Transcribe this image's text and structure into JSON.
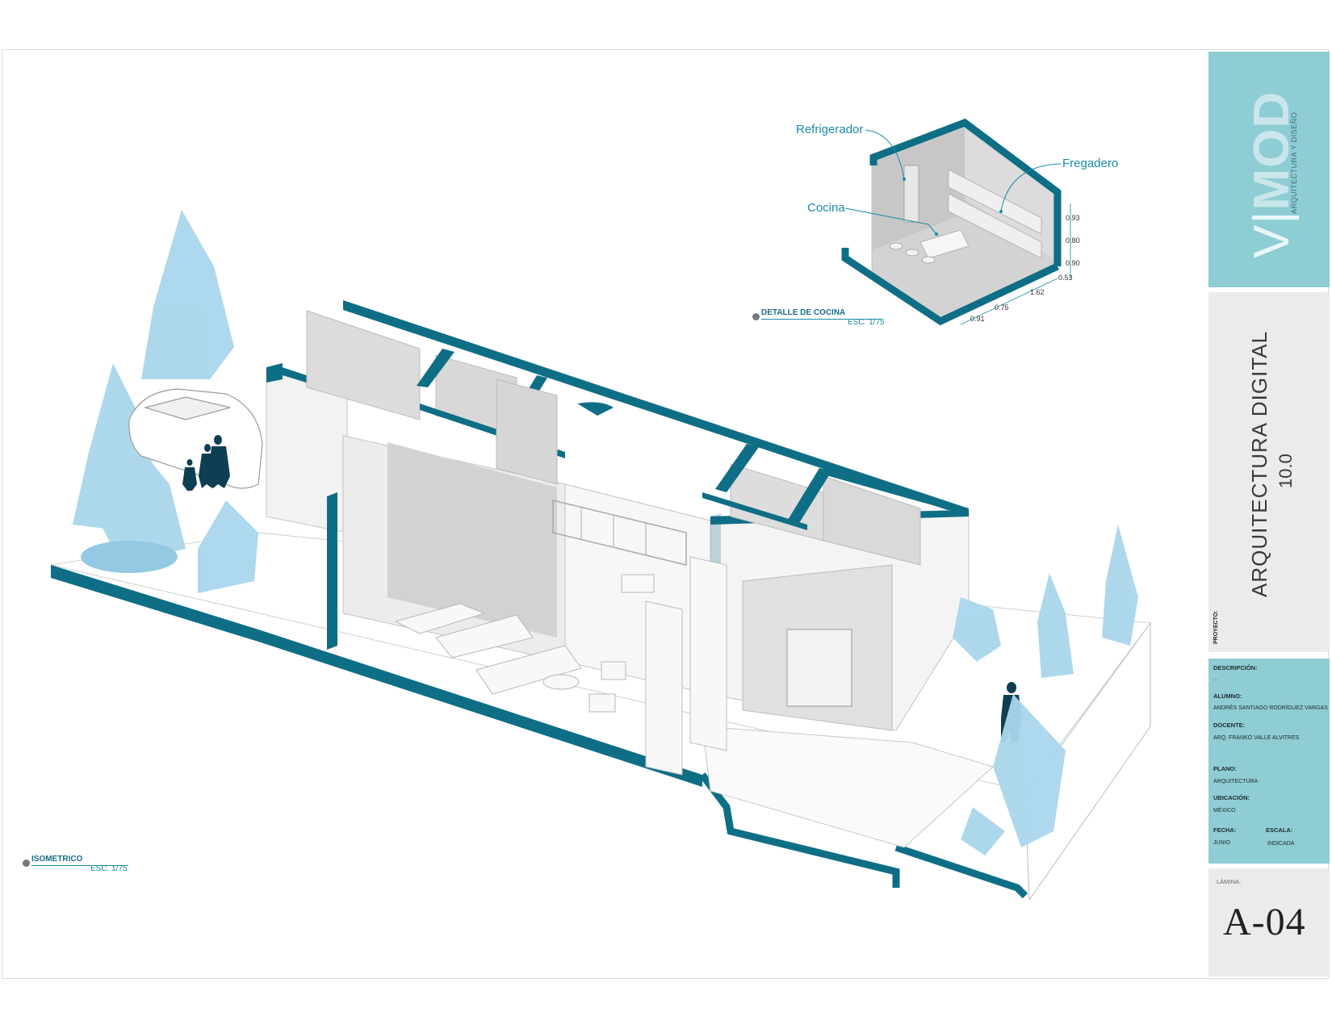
{
  "kitchen_detail": {
    "callouts": {
      "refrigerator": "Refrigerador",
      "sink": "Fregadero",
      "stove": "Cocina"
    },
    "dimensions_vertical": [
      "0.93",
      "0.80",
      "0.90",
      "0.53"
    ],
    "dimensions_horizontal": [
      "1.62",
      "0.75",
      "0.91"
    ],
    "view_title": "DETALLE DE COCINA",
    "view_scale": "ESC. 1/75"
  },
  "isometric_view": {
    "view_title": "ISOMETRICO",
    "view_scale": "ESC. 1/75"
  },
  "title_block": {
    "logo": {
      "prefix": "V|",
      "word": "MOD",
      "tagline": "ARQUITECTURA Y DISEÑO"
    },
    "project": {
      "label": "PROYECTO:",
      "title": "ARQUITECTURA DIGITAL",
      "number": "10.0"
    },
    "fields": {
      "description_label": "DESCRIPCIÓN:",
      "description_value": "...",
      "student_label": "ALUMNO:",
      "student_value": "ANDRÉS SANTIAGO RODRÍGUEZ VARGAS",
      "teacher_label": "DOCENTE:",
      "teacher_value": "ARQ. FRANKO VALLE ALVITRES",
      "plan_label": "PLANO:",
      "plan_value": "ARQUITECTURA",
      "location_label": "UBICACIÓN:",
      "location_value": "MÉXICO",
      "date_label": "FECHA:",
      "date_value": "JUNIO",
      "scale_label": "ESCALA:",
      "scale_value": "INDICADA"
    },
    "sheet": {
      "label": "LÁMINA:",
      "number": "A-04"
    }
  },
  "colors": {
    "accent": "#0e6e86",
    "accent_light": "#8ecdd4",
    "foliage": "#a9d6ec",
    "shadow": "#c9c9c9",
    "wall": "#f4f4f4"
  }
}
